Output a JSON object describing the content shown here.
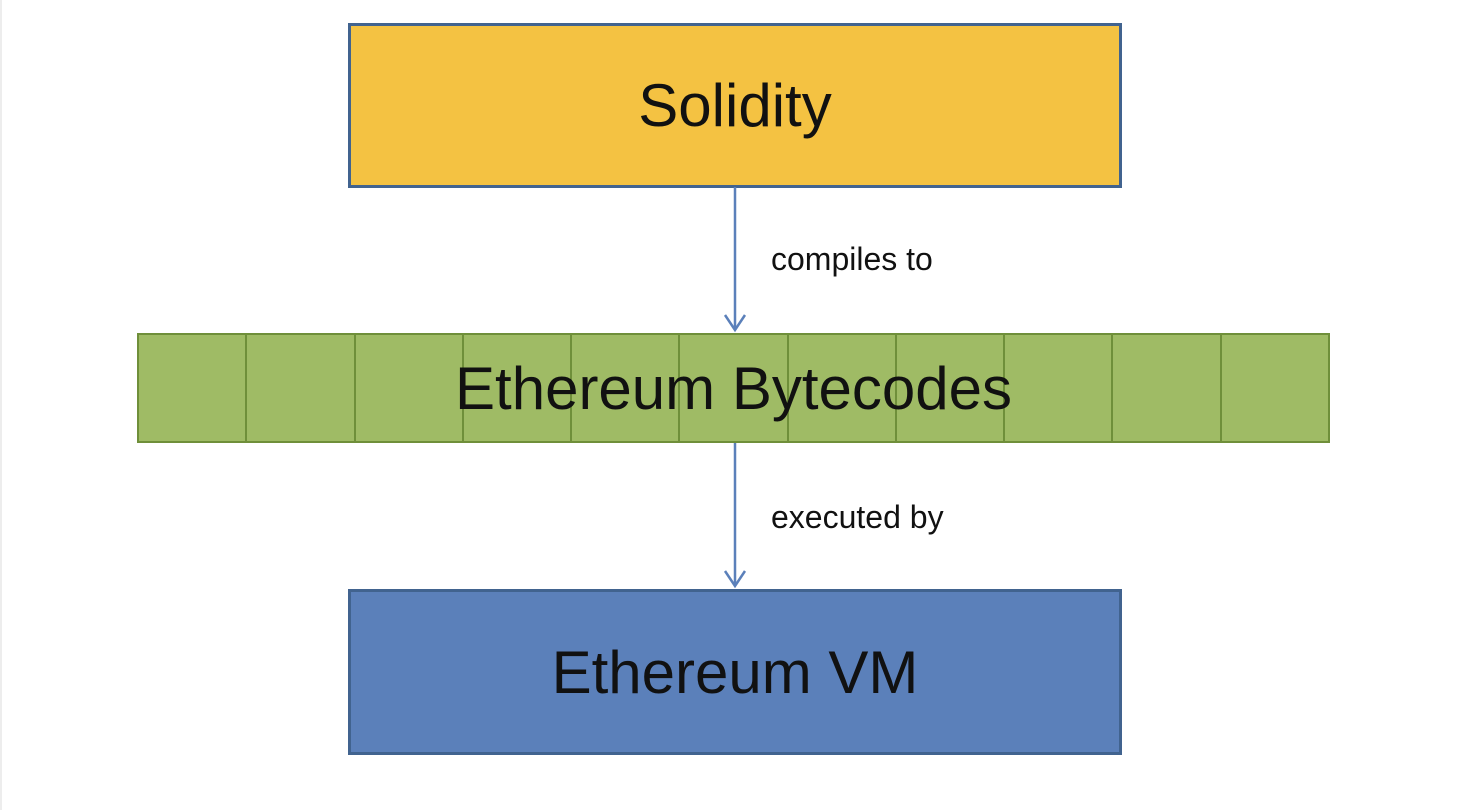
{
  "diagram": {
    "nodes": [
      {
        "id": "solidity",
        "label": "Solidity",
        "fill": "#f4c242"
      },
      {
        "id": "bytecodes",
        "label": "Ethereum Bytecodes",
        "fill": "#9fbb65",
        "cells": 11
      },
      {
        "id": "vm",
        "label": "Ethereum VM",
        "fill": "#5b80ba"
      }
    ],
    "edges": [
      {
        "from": "solidity",
        "to": "bytecodes",
        "label": "compiles to"
      },
      {
        "from": "bytecodes",
        "to": "vm",
        "label": "executed by"
      }
    ],
    "colors": {
      "box_border": "#41638f",
      "strip_border": "#6f8f3a",
      "arrow": "#5b80ba",
      "text": "#111111"
    }
  }
}
